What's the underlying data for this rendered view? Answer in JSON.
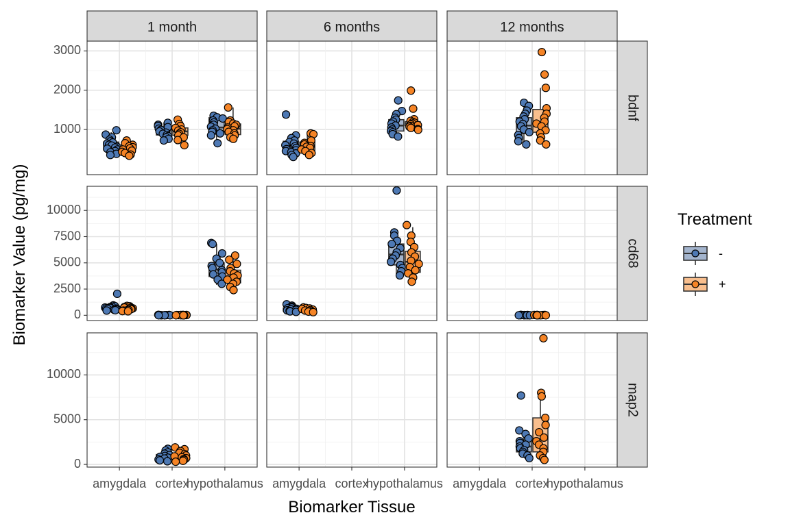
{
  "chart_data": {
    "type": "box-jitter-facet",
    "xlabel": "Biomarker Tissue",
    "ylabel": "Biomarker Value (pg/mg)",
    "columns": [
      "1 month",
      "6 months",
      "12 months"
    ],
    "rows": [
      "bdnf",
      "cd68",
      "map2"
    ],
    "categories": [
      "amygdala",
      "cortex",
      "hypothalamus"
    ],
    "legend": {
      "title": "Treatment",
      "position": "right",
      "entries": [
        {
          "label": "-",
          "point_color": "#4e79b4",
          "fill_color": "#a3b4cd"
        },
        {
          "label": "+",
          "point_color": "#f58426",
          "fill_color": "#f8be8d"
        }
      ]
    },
    "row_scales": [
      {
        "ylim": [
          -150,
          3250
        ],
        "ticks": [
          1000,
          2000,
          3000
        ]
      },
      {
        "ylim": [
          -500,
          12300
        ],
        "ticks": [
          0,
          2500,
          5000,
          7500,
          10000
        ]
      },
      {
        "ylim": [
          -300,
          14700
        ],
        "ticks": [
          0,
          5000,
          10000
        ]
      }
    ],
    "panels": [
      {
        "row": "bdnf",
        "col": "1 month",
        "groups": [
          {
            "category": "amygdala",
            "treatment": "-",
            "box": [
              380,
              480,
              600,
              680,
              930
            ],
            "points": [
              980,
              870,
              800,
              740,
              700,
              670,
              640,
              610,
              590,
              560,
              540,
              510,
              490,
              450,
              420,
              380,
              350
            ]
          },
          {
            "category": "amygdala",
            "treatment": "+",
            "box": [
              340,
              420,
              490,
              600,
              720
            ],
            "points": [
              720,
              650,
              610,
              570,
              550,
              520,
              490,
              460,
              430,
              400,
              360,
              330
            ]
          },
          {
            "category": "cortex",
            "treatment": "-",
            "box": [
              720,
              860,
              970,
              1070,
              1180
            ],
            "points": [
              1170,
              1120,
              1090,
              1060,
              1020,
              990,
              950,
              920,
              890,
              860,
              830,
              800,
              760,
              720
            ]
          },
          {
            "category": "cortex",
            "treatment": "+",
            "box": [
              700,
              850,
              950,
              1040,
              1250
            ],
            "points": [
              1250,
              1140,
              1090,
              1040,
              1000,
              970,
              930,
              890,
              850,
              800,
              730,
              600
            ]
          },
          {
            "category": "hypothalamus",
            "treatment": "-",
            "box": [
              660,
              880,
              1050,
              1300,
              1350
            ],
            "points": [
              1350,
              1310,
              1280,
              1230,
              1180,
              1120,
              1070,
              1020,
              980,
              940,
              900,
              850,
              650
            ]
          },
          {
            "category": "hypothalamus",
            "treatment": "+",
            "box": [
              760,
              870,
              1020,
              1140,
              1560
            ],
            "points": [
              1560,
              1230,
              1190,
              1150,
              1120,
              1080,
              1050,
              1010,
              980,
              940,
              900,
              850,
              800,
              760
            ]
          }
        ]
      },
      {
        "row": "bdnf",
        "col": "6 months",
        "groups": [
          {
            "category": "amygdala",
            "treatment": "-",
            "box": [
              300,
              420,
              560,
              700,
              860
            ],
            "points": [
              1380,
              850,
              780,
              720,
              680,
              640,
              600,
              570,
              530,
              500,
              470,
              450,
              420,
              390,
              350,
              300
            ]
          },
          {
            "category": "amygdala",
            "treatment": "+",
            "box": [
              330,
              470,
              580,
              680,
              900
            ],
            "points": [
              900,
              880,
              720,
              660,
              620,
              580,
              560,
              530,
              490,
              450,
              400,
              350
            ]
          },
          {
            "category": "hypothalamus",
            "treatment": "-",
            "box": [
              830,
              960,
              1100,
              1250,
              1470
            ],
            "points": [
              1740,
              1470,
              1390,
              1300,
              1250,
              1200,
              1150,
              1100,
              1050,
              1000,
              960,
              930,
              880,
              820
            ]
          },
          {
            "category": "hypothalamus",
            "treatment": "+",
            "box": [
              980,
              1100,
              1150,
              1200,
              1300
            ],
            "points": [
              1990,
              1530,
              1260,
              1220,
              1190,
              1170,
              1150,
              1130,
              1110,
              1090,
              1070,
              1040,
              1010,
              990
            ]
          }
        ]
      },
      {
        "row": "bdnf",
        "col": "12 months",
        "groups": [
          {
            "category": "cortex",
            "treatment": "-",
            "box": [
              620,
              900,
              1100,
              1300,
              1680
            ],
            "points": [
              1680,
              1600,
              1480,
              1400,
              1330,
              1260,
              1200,
              1140,
              1080,
              1000,
              930,
              860,
              780,
              700,
              620
            ]
          },
          {
            "category": "cortex",
            "treatment": "+",
            "box": [
              620,
              930,
              1160,
              1510,
              2060
            ],
            "points": [
              2970,
              2400,
              2060,
              1540,
              1400,
              1300,
              1200,
              1150,
              1080,
              980,
              900,
              800,
              720,
              620
            ]
          }
        ]
      },
      {
        "row": "cd68",
        "col": "1 month",
        "groups": [
          {
            "category": "amygdala",
            "treatment": "-",
            "box": [
              450,
              600,
              700,
              820,
              1000
            ],
            "points": [
              2050,
              950,
              880,
              820,
              780,
              740,
              700,
              670,
              640,
              600,
              560,
              520,
              480,
              450
            ]
          },
          {
            "category": "amygdala",
            "treatment": "+",
            "box": [
              380,
              520,
              640,
              760,
              900
            ],
            "points": [
              900,
              860,
              820,
              780,
              740,
              700,
              660,
              620,
              580,
              540,
              500,
              450,
              400,
              380
            ]
          },
          {
            "category": "cortex",
            "treatment": "-",
            "box": [
              0,
              5,
              12,
              22,
              40
            ],
            "points": [
              40,
              35,
              30,
              25,
              20,
              15,
              10,
              5,
              2,
              0,
              0,
              0
            ]
          },
          {
            "category": "cortex",
            "treatment": "+",
            "box": [
              0,
              5,
              12,
              22,
              40
            ],
            "points": [
              40,
              35,
              30,
              25,
              20,
              15,
              10,
              5,
              2,
              0,
              0,
              0
            ]
          },
          {
            "category": "hypothalamus",
            "treatment": "-",
            "box": [
              2900,
              3700,
              4350,
              5000,
              6800
            ],
            "points": [
              6900,
              6800,
              5900,
              5400,
              5000,
              4700,
              4500,
              4300,
              4100,
              3900,
              3700,
              3400,
              3000
            ]
          },
          {
            "category": "hypothalamus",
            "treatment": "+",
            "box": [
              2300,
              3100,
              3700,
              4300,
              5600
            ],
            "points": [
              5700,
              5300,
              4900,
              4500,
              4200,
              4000,
              3800,
              3600,
              3400,
              3200,
              3000,
              2700,
              2400
            ]
          }
        ]
      },
      {
        "row": "cd68",
        "col": "6 months",
        "groups": [
          {
            "category": "amygdala",
            "treatment": "-",
            "box": [
              300,
              420,
              550,
              700,
              1000
            ],
            "points": [
              1050,
              920,
              820,
              740,
              680,
              620,
              570,
              520,
              470,
              420,
              370,
              320
            ]
          },
          {
            "category": "amygdala",
            "treatment": "+",
            "box": [
              300,
              400,
              500,
              620,
              750
            ],
            "points": [
              750,
              700,
              650,
              600,
              550,
              500,
              450,
              400,
              350,
              300
            ]
          },
          {
            "category": "hypothalamus",
            "treatment": "-",
            "box": [
              3700,
              4800,
              5800,
              6800,
              7900
            ],
            "points": [
              11900,
              7900,
              7600,
              7100,
              6800,
              6400,
              6000,
              5700,
              5400,
              5100,
              4800,
              4500,
              4200,
              3800
            ]
          },
          {
            "category": "hypothalamus",
            "treatment": "+",
            "box": [
              3100,
              4100,
              5100,
              6100,
              8400
            ],
            "points": [
              8600,
              7600,
              7000,
              6500,
              6000,
              5600,
              5200,
              4900,
              4600,
              4300,
              4000,
              3600,
              3200
            ]
          }
        ]
      },
      {
        "row": "cd68",
        "col": "12 months",
        "groups": [
          {
            "category": "cortex",
            "treatment": "-",
            "box": [
              0,
              5,
              12,
              22,
              40
            ],
            "points": [
              40,
              35,
              30,
              25,
              20,
              15,
              10,
              5,
              2,
              0,
              0,
              0,
              0
            ]
          },
          {
            "category": "cortex",
            "treatment": "+",
            "box": [
              0,
              5,
              12,
              22,
              40
            ],
            "points": [
              40,
              35,
              30,
              25,
              20,
              15,
              10,
              5,
              2,
              0,
              0,
              0,
              0
            ]
          }
        ]
      },
      {
        "row": "map2",
        "col": "1 month",
        "groups": [
          {
            "category": "cortex",
            "treatment": "-",
            "box": [
              400,
              600,
              850,
              1100,
              1700
            ],
            "points": [
              1750,
              1550,
              1350,
              1200,
              1050,
              950,
              850,
              750,
              650,
              550,
              450,
              350
            ]
          },
          {
            "category": "cortex",
            "treatment": "+",
            "box": [
              300,
              650,
              900,
              1050,
              1900
            ],
            "points": [
              1900,
              1700,
              1500,
              1300,
              1150,
              1000,
              900,
              800,
              700,
              600,
              500,
              400,
              300
            ]
          }
        ]
      },
      {
        "row": "map2",
        "col": "6 months",
        "groups": []
      },
      {
        "row": "map2",
        "col": "12 months",
        "groups": [
          {
            "category": "cortex",
            "treatment": "-",
            "box": [
              1000,
              1400,
              2000,
              2600,
              3500
            ],
            "points": [
              7700,
              3800,
              3400,
              2900,
              2600,
              2400,
              2200,
              2000,
              1800,
              1600,
              1400,
              1200,
              1000,
              700
            ]
          },
          {
            "category": "cortex",
            "treatment": "+",
            "box": [
              700,
              1400,
              2800,
              5200,
              7700
            ],
            "points": [
              14100,
              8000,
              7600,
              5200,
              4400,
              3600,
              3000,
              2600,
              2200,
              1800,
              1400,
              1000,
              700,
              500
            ]
          }
        ]
      }
    ]
  }
}
